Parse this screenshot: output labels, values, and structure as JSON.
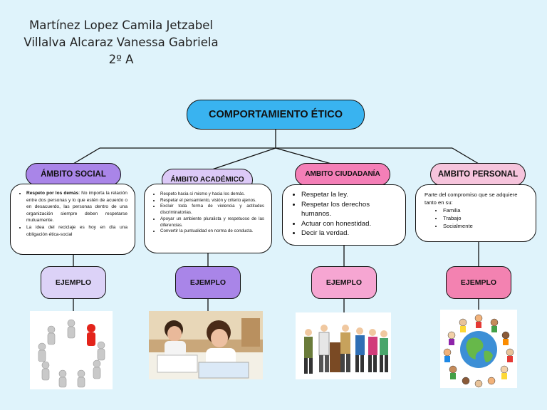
{
  "header": {
    "line1": "Martínez Lopez Camila Jetzabel",
    "line2": "Villalva Alcaraz Vanessa Gabriela",
    "line3": "2º A"
  },
  "title": "COMPORTAMIENTO ÉTICO",
  "colors": {
    "background": "#dff3fb",
    "title_fill": "#39b3f0",
    "social_fill": "#a985e8",
    "academico_fill": "#dcc9f7",
    "ciudadania_fill": "#f47fb7",
    "personal_fill": "#f6c4dc",
    "ejemplo_social": "#dcd2f7",
    "ejemplo_academico": "#a985e8",
    "ejemplo_ciudadania": "#f6a6d2",
    "ejemplo_personal": "#f382b1"
  },
  "categories": [
    {
      "name": "ÁMBITO SOCIAL",
      "items": [
        {
          "bold": "Respeto por los demás",
          "text": ": No importa la relación entre dos personas y lo que estén de acuerdo o en desacuerdo, las personas dentro de una organización siempre deben respetarse mutuamente."
        },
        {
          "bold": "",
          "text": "La idea del reciclaje es hoy en día una obligación ética-social"
        }
      ],
      "example": "EJEMPLO",
      "image": "people-circle-image"
    },
    {
      "name": "ÁMBITO ACADÉMICO",
      "items": [
        "Respeto hacia sí mismo y hacia los demás.",
        "Respetar el pensamiento, visión y criterio ajenos.",
        "Excluir toda forma de violencia y actitudes discriminatorias.",
        "Apoyar un ambiente pluralista y respetuoso de las diferencias.",
        "Convertir la puntualidad en norma de conducta."
      ],
      "example": "EJEMPLO",
      "image": "students-studying-image"
    },
    {
      "name": "AMBITO CIUDADANÍA",
      "items": [
        "Respetar la ley.",
        "Respetar los derechos humanos.",
        "Actuar con honestidad.",
        "Decir la verdad."
      ],
      "example": "EJEMPLO",
      "image": "citizens-group-image"
    },
    {
      "name": "AMBITO PERSONAL",
      "intro": "Parte del compromiso que se adquiere tanto en su:",
      "items": [
        "Familia",
        "Trabajo",
        "Socialmente"
      ],
      "example": "EJEMPLO",
      "image": "world-hands-image"
    }
  ]
}
